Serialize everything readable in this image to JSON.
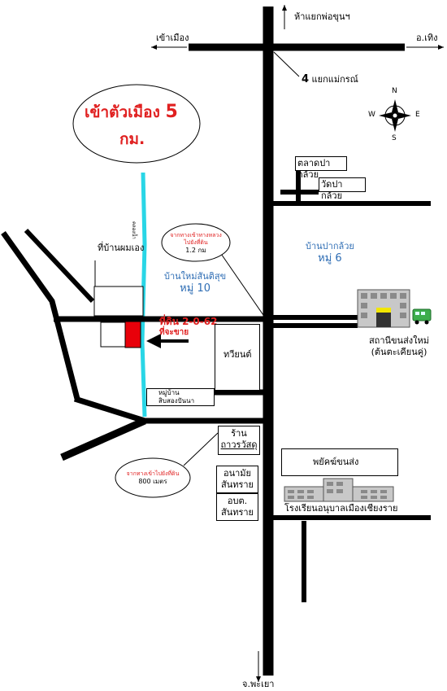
{
  "title": {
    "line1": "เข้าตัวเมือง",
    "num": "5",
    "line2": "กม."
  },
  "directions": {
    "north": "ห้าแยกพ่อขุนฯ",
    "west": "เข้าเมือง",
    "east": "อ.เทิง",
    "south": "จ.พะเยา",
    "intersection": "4",
    "intersection_label": "แยกแม่กรณ์"
  },
  "compass": {
    "n": "N",
    "s": "S",
    "e": "E",
    "w": "W"
  },
  "places": {
    "market": "ตลาดปากล้วย",
    "temple": "วัดปากล้วย",
    "village_paklui": "บ้านปากล้วย",
    "village_paklui_moo": "หมู่ 6",
    "village_maisantisuk": "บ้านใหม่สันติสุข",
    "village_maisantisuk_moo": "หมู่ 10",
    "bus_station_line1": "สถานีขนส่งใหม่",
    "bus_station_line2": "(ต้นตะเคียนคู่)",
    "bus_museum": "พยัคฆ์ขนส่ง",
    "school": "โรงเรียนอนุบาลเมืองเชียงราย",
    "tv": "ทวียนต์",
    "shop_line1": "ร้าน",
    "shop_line2": "ถาวรวัสดุ",
    "health_line1": "อนามัย",
    "health_line2": "สันทราย",
    "obt_line1": "อบต.",
    "obt_line2": "สันทราย",
    "village_box_line1": "หมู่บ้าน",
    "village_box_line2": "สิบสองปันนา",
    "owner_land": "ที่บ้านผมเอง",
    "canal": "คลองน้ำ"
  },
  "land": {
    "size": "ที่ดิน 2-0-62",
    "sale": "ที่จะขาย"
  },
  "callouts": {
    "c1_line1": "จากทางเข้าทางหลวง",
    "c1_line2": "ไปยังที่ดิน",
    "c1_dist": "1.2 กม",
    "c2_line1": "จากทางเข้าไปยังที่ดิน",
    "c2_dist": "800 เมตร"
  },
  "colors": {
    "road": "#000000",
    "canal": "#29d6e6",
    "land": "#e8000a",
    "label_blue": "#2e6db4"
  },
  "icons": [
    "compass-icon",
    "bus-station-building-icon",
    "bus-icon",
    "school-building-icon",
    "arrow-icon"
  ]
}
